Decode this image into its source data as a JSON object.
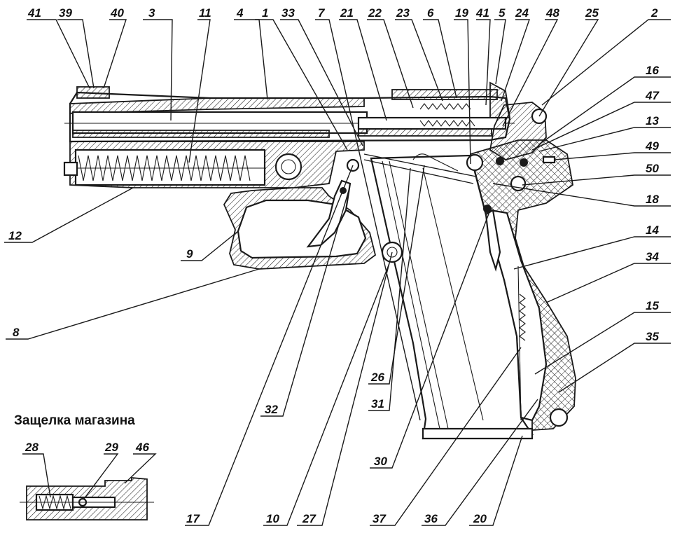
{
  "inset": {
    "title": "Защелка магазина",
    "labels": [
      "28",
      "29",
      "46"
    ]
  },
  "callouts": {
    "top": [
      "41",
      "39",
      "40",
      "3",
      "11",
      "4",
      "1",
      "33",
      "7",
      "21",
      "22",
      "23",
      "6",
      "19",
      "41",
      "5",
      "24",
      "48",
      "25"
    ],
    "right": [
      "2",
      "16",
      "47",
      "13",
      "49",
      "50",
      "18",
      "14",
      "34",
      "15",
      "35"
    ],
    "left": [
      "12",
      "9",
      "8"
    ],
    "bottom": [
      "32",
      "26",
      "31",
      "30",
      "17",
      "10",
      "27",
      "37",
      "36",
      "20"
    ]
  }
}
